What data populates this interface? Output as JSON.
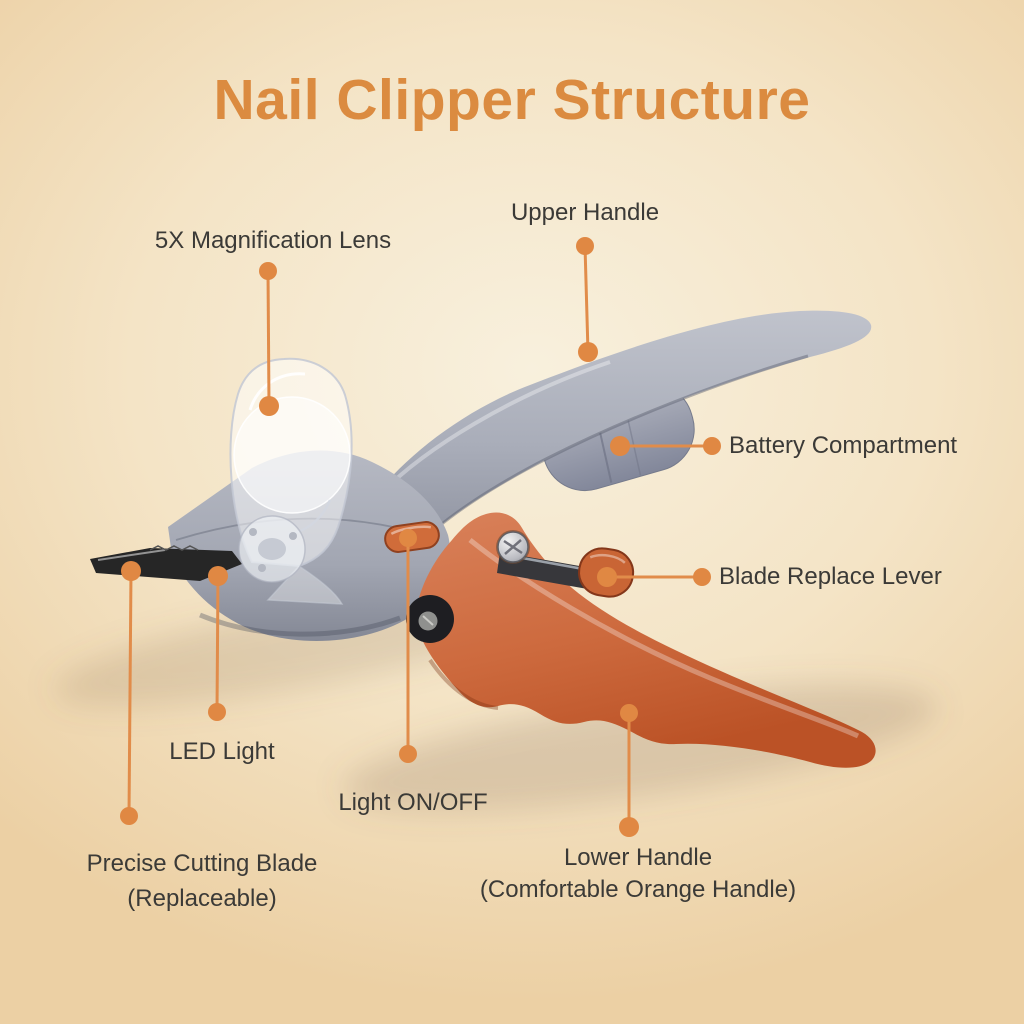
{
  "title": "Nail Clipper Structure",
  "callouts": {
    "magnification_lens": {
      "label": "5X Magnification Lens"
    },
    "upper_handle": {
      "label": "Upper Handle"
    },
    "battery_compartment": {
      "label": "Battery Compartment"
    },
    "blade_replace_lever": {
      "label": "Blade Replace Lever"
    },
    "led_light": {
      "label": "LED Light"
    },
    "light_on_off": {
      "label": "Light ON/OFF"
    },
    "precise_cutting_blade": {
      "label": "Precise Cutting Blade",
      "sublabel": "(Replaceable)"
    },
    "lower_handle": {
      "label": "Lower Handle",
      "sublabel": "(Comfortable Orange Handle)"
    }
  },
  "colors": {
    "title": "#db8b40",
    "leader": "#e18c4a",
    "label_text": "#3b3a37",
    "background_center": "#f8f0dd",
    "background_edge": "#ecd0a4",
    "body_gray": "#a9adb9",
    "handle_orange": "#c96535",
    "blade_dark": "#262626"
  }
}
